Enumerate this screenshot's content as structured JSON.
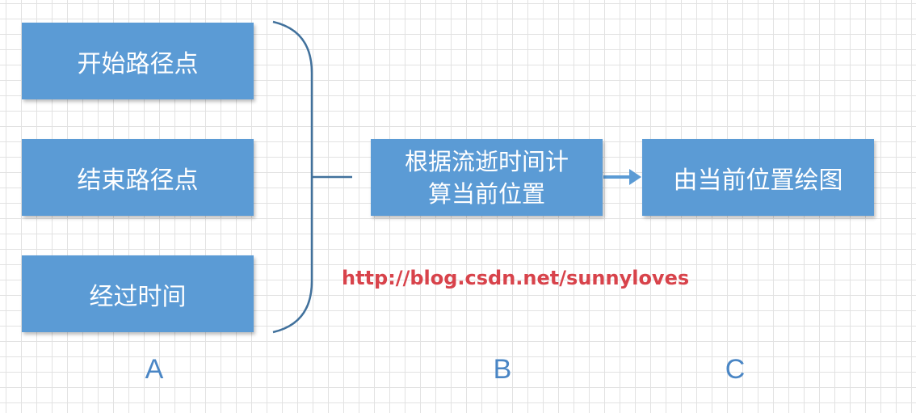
{
  "diagram": {
    "column_a": {
      "label": "A",
      "boxes": [
        "开始路径点",
        "结束路径点",
        "经过时间"
      ]
    },
    "column_b": {
      "label": "B",
      "box_line1": "根据流逝时间计",
      "box_line2": "算当前位置"
    },
    "column_c": {
      "label": "C",
      "box": "由当前位置绘图"
    },
    "watermark": "http://blog.csdn.net/sunnyloves",
    "colors": {
      "box_fill": "#5b9bd5",
      "connector": "#41719c",
      "arrow": "#5b9bd5",
      "label": "#4a86c5",
      "watermark": "#d8434b"
    }
  }
}
